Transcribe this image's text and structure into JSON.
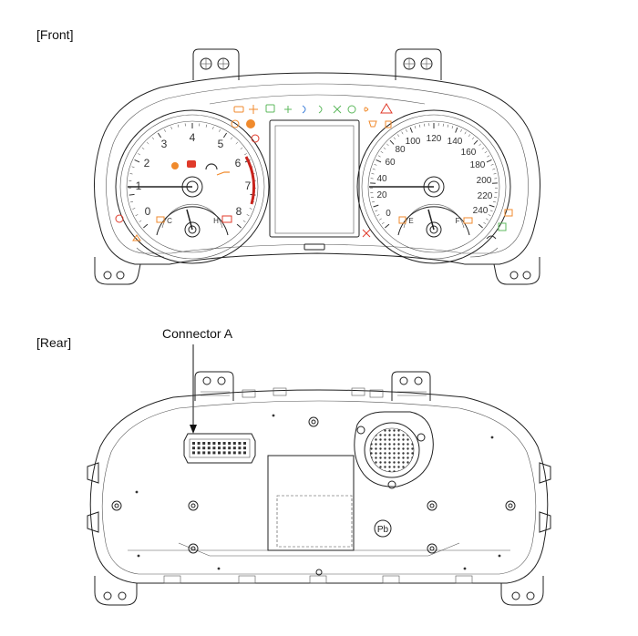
{
  "captions": {
    "front": "[Front]",
    "rear": "[Rear]",
    "connector": "Connector A"
  },
  "tachometer": {
    "labels": [
      "0",
      "1",
      "2",
      "3",
      "4",
      "5",
      "6",
      "7",
      "8"
    ],
    "temp_labels": [
      "C",
      "H"
    ]
  },
  "speedometer": {
    "labels": [
      "0",
      "20",
      "40",
      "60",
      "80",
      "100",
      "120",
      "140",
      "160",
      "180",
      "200",
      "220",
      "240"
    ],
    "fuel_labels": [
      "E",
      "F"
    ]
  },
  "rear_badge": "Pb",
  "colors": {
    "line": "#222222",
    "warning_orange": "#f08a2c",
    "warning_red": "#e03a2a",
    "indicator_green": "#5cb85c",
    "indicator_blue": "#3b7dd8",
    "redline": "#c8231c"
  }
}
